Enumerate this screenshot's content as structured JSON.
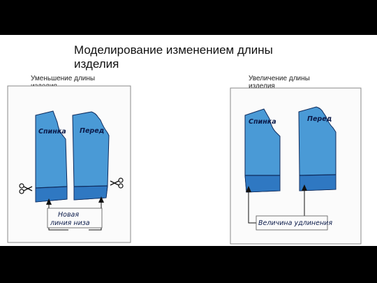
{
  "slide": {
    "title": "Моделирование изменением длины изделия"
  },
  "left_panel": {
    "caption": "Уменьшение длины изделия",
    "back_label": "Спинка",
    "front_label": "Перед",
    "box_line1": "Новая",
    "box_line2": "линия низа"
  },
  "right_panel": {
    "caption": "Увеличение длины изделия",
    "back_label": "Спинка",
    "front_label": "Перед",
    "box_label": "Величина удлинения"
  },
  "colors": {
    "pattern_fill": "#4a9ad6",
    "pattern_hem": "#2f78c2",
    "outline": "#0d2a5c"
  }
}
